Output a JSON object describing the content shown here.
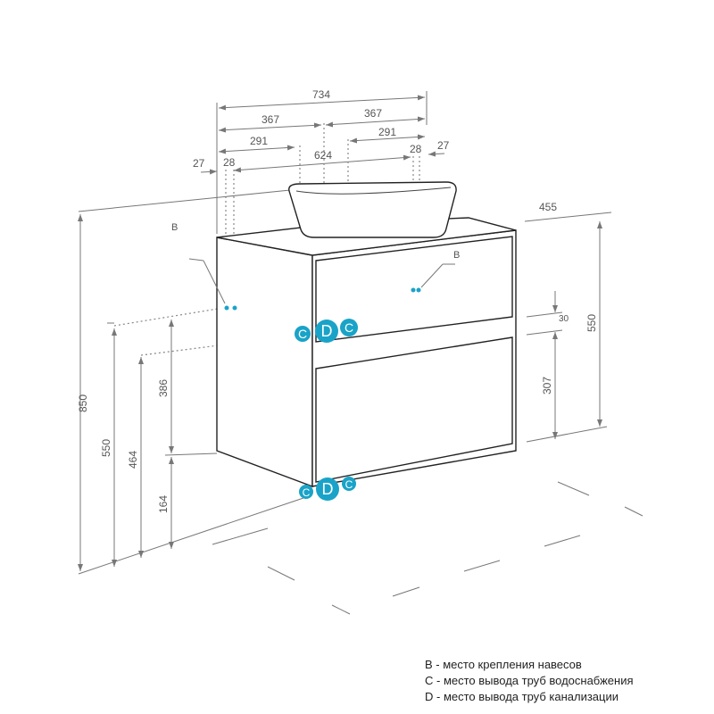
{
  "dimensions": {
    "top_width": "734",
    "half_left": "367",
    "half_right": "367",
    "offset_left": "291",
    "offset_right": "291",
    "inner": "624",
    "edge_left_27": "27",
    "edge_left_28": "28",
    "edge_right_28": "28",
    "edge_right_27": "27",
    "depth": "455",
    "total_height": "850",
    "left_550": "550",
    "left_464": "464",
    "left_386": "386",
    "left_164": "164",
    "right_550": "550",
    "right_30": "30",
    "right_307": "307"
  },
  "markers": {
    "b": "B",
    "c": "C",
    "d": "D"
  },
  "legend": [
    "B - место крепления навесов",
    "C - место вывода труб водоснабжения",
    "D - место вывода труб канализации"
  ],
  "colors": {
    "marker": "#1aa3c8",
    "outline": "#222222",
    "dimension": "#777777"
  }
}
